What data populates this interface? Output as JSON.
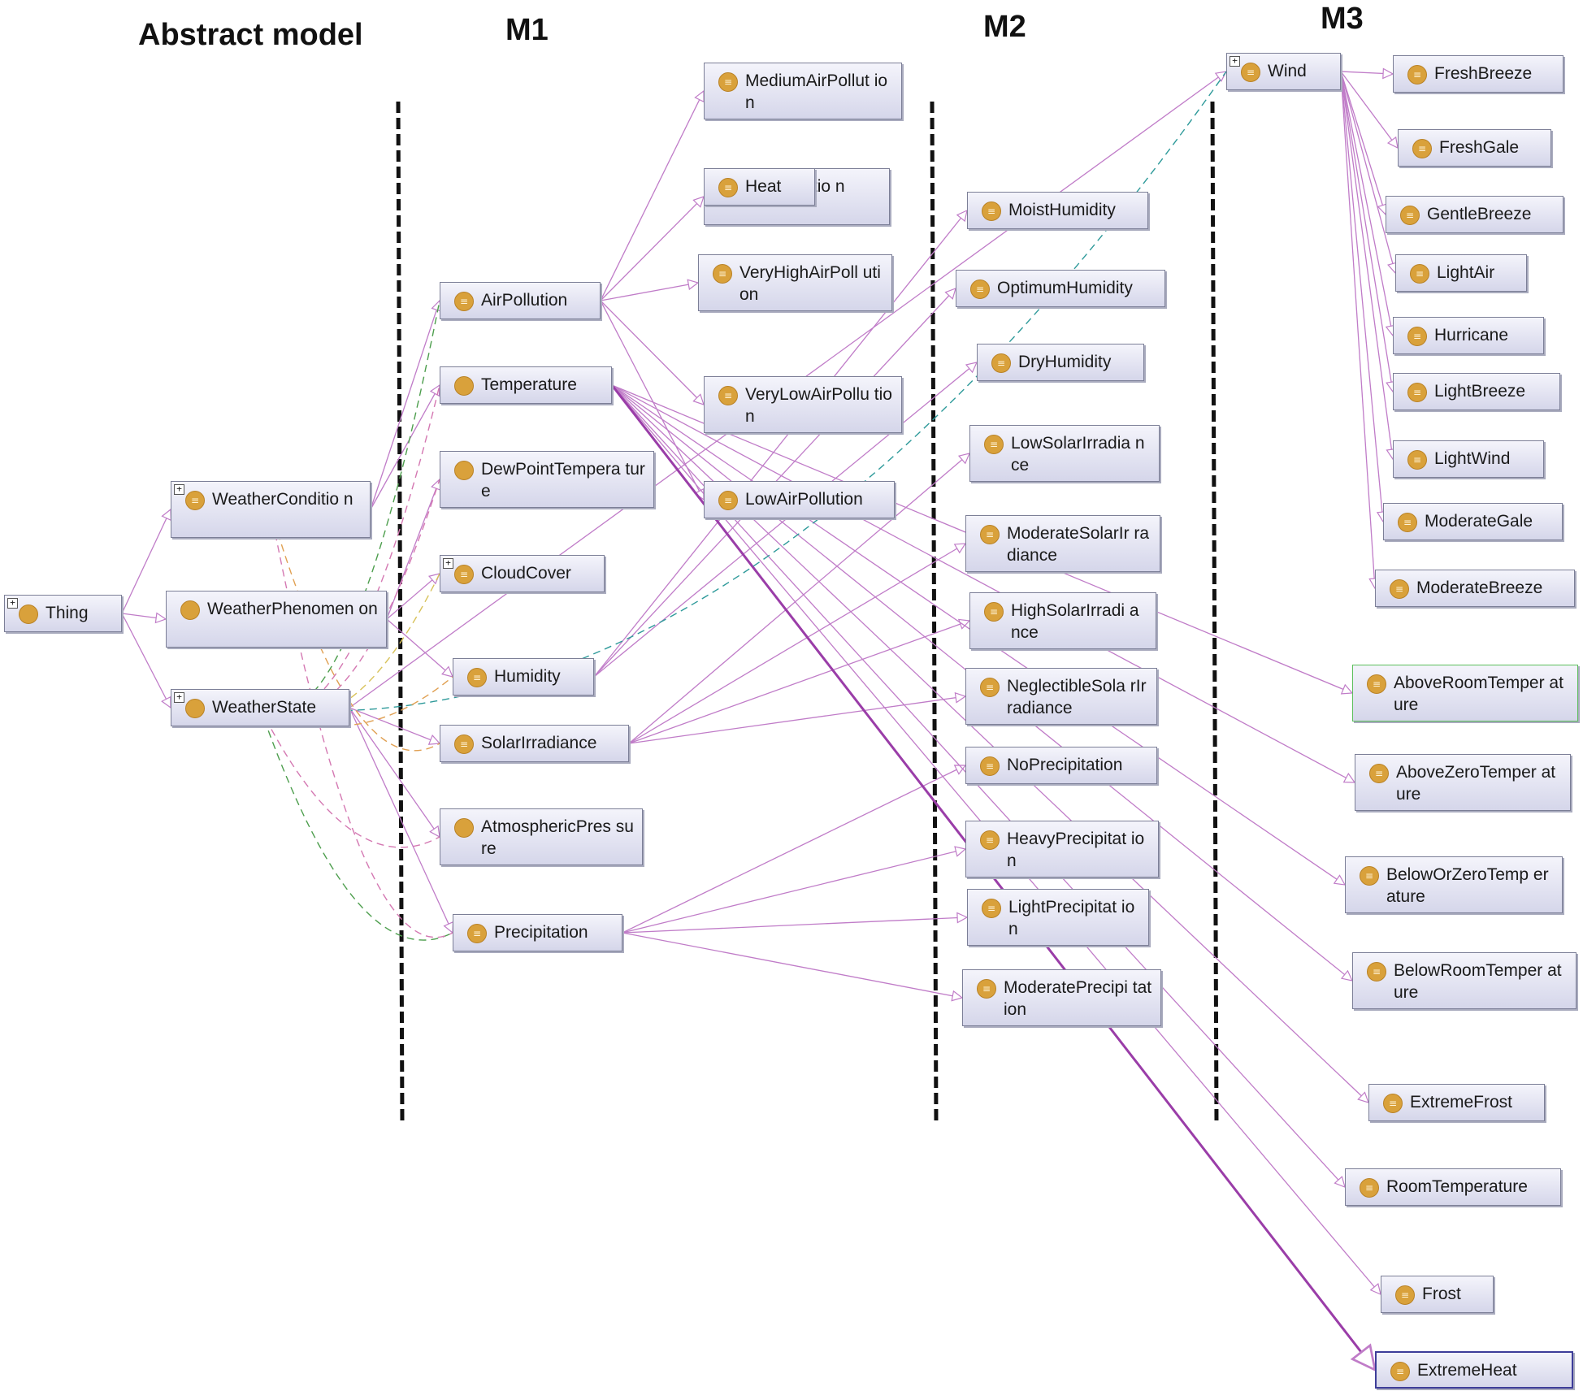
{
  "columns": [
    {
      "id": "abstract",
      "title": "Abstract model"
    },
    {
      "id": "m1",
      "title": "M1"
    },
    {
      "id": "m2",
      "title": "M2"
    },
    {
      "id": "m3",
      "title": "M3"
    }
  ],
  "nodes": [
    {
      "id": "thing",
      "label": "Thing",
      "expandable": true,
      "icon": "plain-class-icon"
    },
    {
      "id": "weathercondition",
      "label": "WeatherConditio n",
      "expandable": true,
      "icon": "class-icon"
    },
    {
      "id": "weatherphenomenon",
      "label": "WeatherPhenomen on",
      "expandable": false,
      "icon": "plain-class-icon"
    },
    {
      "id": "weatherstate",
      "label": "WeatherState",
      "expandable": true,
      "icon": "plain-class-icon"
    },
    {
      "id": "airpollution",
      "label": "AirPollution",
      "expandable": false,
      "icon": "class-icon"
    },
    {
      "id": "temperature",
      "label": "Temperature",
      "expandable": false,
      "icon": "plain-class-icon"
    },
    {
      "id": "dewpoint",
      "label": "DewPointTempera ture",
      "expandable": false,
      "icon": "plain-class-icon"
    },
    {
      "id": "cloudcover",
      "label": "CloudCover",
      "expandable": true,
      "icon": "class-icon"
    },
    {
      "id": "humidity",
      "label": "Humidity",
      "expandable": false,
      "icon": "class-icon"
    },
    {
      "id": "solarirradiance",
      "label": "SolarIrradiance",
      "expandable": false,
      "icon": "class-icon"
    },
    {
      "id": "atmospheric",
      "label": "AtmosphericPres sure",
      "expandable": false,
      "icon": "plain-class-icon"
    },
    {
      "id": "precipitation",
      "label": "Precipitation",
      "expandable": false,
      "icon": "class-icon"
    },
    {
      "id": "heatpollution",
      "label": "Heat ollutio n",
      "expandable": false,
      "icon": "class-icon"
    },
    {
      "id": "mediumair",
      "label": "MediumAirPollut ion",
      "expandable": false,
      "icon": "class-icon"
    },
    {
      "id": "heat",
      "label": "Heat",
      "expandable": false,
      "icon": "class-icon"
    },
    {
      "id": "veryhighair",
      "label": "VeryHighAirPoll ution",
      "expandable": false,
      "icon": "class-icon"
    },
    {
      "id": "verylowair",
      "label": "VeryLowAirPollu tion",
      "expandable": false,
      "icon": "class-icon"
    },
    {
      "id": "lowair",
      "label": "LowAirPollution",
      "expandable": false,
      "icon": "class-icon"
    },
    {
      "id": "moisthumidity",
      "label": "MoistHumidity",
      "expandable": false,
      "icon": "class-icon"
    },
    {
      "id": "optimumhumidity",
      "label": "OptimumHumidity",
      "expandable": false,
      "icon": "class-icon"
    },
    {
      "id": "dryhumidity",
      "label": "DryHumidity",
      "expandable": false,
      "icon": "class-icon"
    },
    {
      "id": "lowsolar",
      "label": "LowSolarIrradia nce",
      "expandable": false,
      "icon": "class-icon"
    },
    {
      "id": "moderatesolar",
      "label": "ModerateSolarIr radiance",
      "expandable": false,
      "icon": "class-icon"
    },
    {
      "id": "highsolar",
      "label": "HighSolarIrradi ance",
      "expandable": false,
      "icon": "class-icon"
    },
    {
      "id": "negligiblesolar",
      "label": "NeglectibleSola rIrradiance",
      "expandable": false,
      "icon": "class-icon"
    },
    {
      "id": "noprecip",
      "label": "NoPrecipitation",
      "expandable": false,
      "icon": "class-icon"
    },
    {
      "id": "heavyprecip",
      "label": "HeavyPrecipitat ion",
      "expandable": false,
      "icon": "class-icon"
    },
    {
      "id": "lightprecip",
      "label": "LightPrecipitat ion",
      "expandable": false,
      "icon": "class-icon"
    },
    {
      "id": "moderateprecip",
      "label": "ModeratePrecipi tation",
      "expandable": false,
      "icon": "class-icon"
    },
    {
      "id": "wind",
      "label": "Wind",
      "expandable": true,
      "icon": "class-icon"
    },
    {
      "id": "freshbreeze",
      "label": "FreshBreeze",
      "expandable": false,
      "icon": "class-icon"
    },
    {
      "id": "freshgale",
      "label": "FreshGale",
      "expandable": false,
      "icon": "class-icon"
    },
    {
      "id": "gentlebreeze",
      "label": "GentleBreeze",
      "expandable": false,
      "icon": "class-icon"
    },
    {
      "id": "lightair",
      "label": "LightAir",
      "expandable": false,
      "icon": "class-icon"
    },
    {
      "id": "hurricane",
      "label": "Hurricane",
      "expandable": false,
      "icon": "class-icon"
    },
    {
      "id": "lightbreeze",
      "label": "LightBreeze",
      "expandable": false,
      "icon": "class-icon"
    },
    {
      "id": "lightwind",
      "label": "LightWind",
      "expandable": false,
      "icon": "class-icon"
    },
    {
      "id": "moderategale",
      "label": "ModerateGale",
      "expandable": false,
      "icon": "class-icon"
    },
    {
      "id": "moderatebreeze",
      "label": "ModerateBreeze",
      "expandable": false,
      "icon": "class-icon"
    },
    {
      "id": "aboveroom",
      "label": "AboveRoomTemper ature",
      "expandable": false,
      "icon": "class-icon",
      "state": "selected"
    },
    {
      "id": "abovezero",
      "label": "AboveZeroTemper ature",
      "expandable": false,
      "icon": "class-icon"
    },
    {
      "id": "beloworzero",
      "label": "BelowOrZeroTemp erature",
      "expandable": false,
      "icon": "class-icon"
    },
    {
      "id": "belowroom",
      "label": "BelowRoomTemper ature",
      "expandable": false,
      "icon": "class-icon"
    },
    {
      "id": "extremefrost",
      "label": "ExtremeFrost",
      "expandable": false,
      "icon": "class-icon"
    },
    {
      "id": "roomtemp",
      "label": "RoomTemperature",
      "expandable": false,
      "icon": "class-icon"
    },
    {
      "id": "frost",
      "label": "Frost",
      "expandable": false,
      "icon": "class-icon"
    },
    {
      "id": "extremeheat",
      "label": "ExtremeHeat",
      "expandable": false,
      "icon": "class-icon",
      "state": "focused"
    }
  ],
  "edges": [
    {
      "from": "thing",
      "to": "weathercondition",
      "style": "subclass"
    },
    {
      "from": "thing",
      "to": "weatherphenomenon",
      "style": "subclass"
    },
    {
      "from": "thing",
      "to": "weatherstate",
      "style": "subclass"
    },
    {
      "from": "weathercondition",
      "to": "airpollution",
      "style": "subclass"
    },
    {
      "from": "weathercondition",
      "to": "temperature",
      "style": "subclass"
    },
    {
      "from": "weatherphenomenon",
      "to": "dewpoint",
      "style": "subclass"
    },
    {
      "from": "weatherphenomenon",
      "to": "cloudcover",
      "style": "subclass"
    },
    {
      "from": "weatherphenomenon",
      "to": "humidity",
      "style": "subclass"
    },
    {
      "from": "weatherstate",
      "to": "solarirradiance",
      "style": "subclass"
    },
    {
      "from": "weatherstate",
      "to": "atmospheric",
      "style": "subclass"
    },
    {
      "from": "weatherstate",
      "to": "precipitation",
      "style": "subclass"
    },
    {
      "from": "weatherstate",
      "to": "wind",
      "style": "subclass"
    },
    {
      "from": "airpollution",
      "to": "mediumair",
      "style": "subclass"
    },
    {
      "from": "airpollution",
      "to": "heatpollution",
      "style": "subclass"
    },
    {
      "from": "airpollution",
      "to": "veryhighair",
      "style": "subclass"
    },
    {
      "from": "airpollution",
      "to": "verylowair",
      "style": "subclass"
    },
    {
      "from": "airpollution",
      "to": "lowair",
      "style": "subclass"
    },
    {
      "from": "humidity",
      "to": "moisthumidity",
      "style": "subclass"
    },
    {
      "from": "humidity",
      "to": "optimumhumidity",
      "style": "subclass"
    },
    {
      "from": "humidity",
      "to": "dryhumidity",
      "style": "subclass"
    },
    {
      "from": "solarirradiance",
      "to": "lowsolar",
      "style": "subclass"
    },
    {
      "from": "solarirradiance",
      "to": "moderatesolar",
      "style": "subclass"
    },
    {
      "from": "solarirradiance",
      "to": "highsolar",
      "style": "subclass"
    },
    {
      "from": "solarirradiance",
      "to": "negligiblesolar",
      "style": "subclass"
    },
    {
      "from": "precipitation",
      "to": "noprecip",
      "style": "subclass"
    },
    {
      "from": "precipitation",
      "to": "heavyprecip",
      "style": "subclass"
    },
    {
      "from": "precipitation",
      "to": "lightprecip",
      "style": "subclass"
    },
    {
      "from": "precipitation",
      "to": "moderateprecip",
      "style": "subclass"
    },
    {
      "from": "temperature",
      "to": "aboveroom",
      "style": "subclass"
    },
    {
      "from": "temperature",
      "to": "abovezero",
      "style": "subclass"
    },
    {
      "from": "temperature",
      "to": "beloworzero",
      "style": "subclass"
    },
    {
      "from": "temperature",
      "to": "belowroom",
      "style": "subclass"
    },
    {
      "from": "temperature",
      "to": "extremefrost",
      "style": "subclass"
    },
    {
      "from": "temperature",
      "to": "roomtemp",
      "style": "subclass"
    },
    {
      "from": "temperature",
      "to": "frost",
      "style": "subclass"
    },
    {
      "from": "temperature",
      "to": "extremeheat",
      "style": "highlight"
    },
    {
      "from": "wind",
      "to": "freshbreeze",
      "style": "subclass"
    },
    {
      "from": "wind",
      "to": "freshgale",
      "style": "subclass"
    },
    {
      "from": "wind",
      "to": "gentlebreeze",
      "style": "subclass"
    },
    {
      "from": "wind",
      "to": "lightair",
      "style": "subclass"
    },
    {
      "from": "wind",
      "to": "hurricane",
      "style": "subclass"
    },
    {
      "from": "wind",
      "to": "lightbreeze",
      "style": "subclass"
    },
    {
      "from": "wind",
      "to": "lightwind",
      "style": "subclass"
    },
    {
      "from": "wind",
      "to": "moderategale",
      "style": "subclass"
    },
    {
      "from": "wind",
      "to": "moderatebreeze",
      "style": "subclass"
    },
    {
      "from": "weatherstate",
      "to": "airpollution",
      "style": "dash-green"
    },
    {
      "from": "weatherstate",
      "to": "cloudcover",
      "style": "dash-yellow"
    },
    {
      "from": "weatherstate",
      "to": "wind",
      "style": "dash-teal"
    },
    {
      "from": "weatherstate",
      "to": "precipitation",
      "style": "dash-green"
    },
    {
      "from": "weatherstate",
      "to": "humidity",
      "style": "dash-orange"
    },
    {
      "from": "weathercondition",
      "to": "solarirradiance",
      "style": "dash-orange"
    },
    {
      "from": "weathercondition",
      "to": "precipitation",
      "style": "dash-pink"
    },
    {
      "from": "weatherstate",
      "to": "atmospheric",
      "style": "dash-pink"
    },
    {
      "from": "weatherstate",
      "to": "dewpoint",
      "style": "dash-pink"
    },
    {
      "from": "weatherstate",
      "to": "temperature",
      "style": "dash-pink"
    }
  ],
  "colors": {
    "subclass": "#c07cc8",
    "highlight": "#9a3da8",
    "dash-green": "#4d9e4d",
    "dash-yellow": "#d8c25a",
    "dash-teal": "#2e9a9a",
    "dash-orange": "#e0a052",
    "dash-pink": "#d478b2",
    "separator": "#111111",
    "class_dot": "#d9a13b"
  }
}
